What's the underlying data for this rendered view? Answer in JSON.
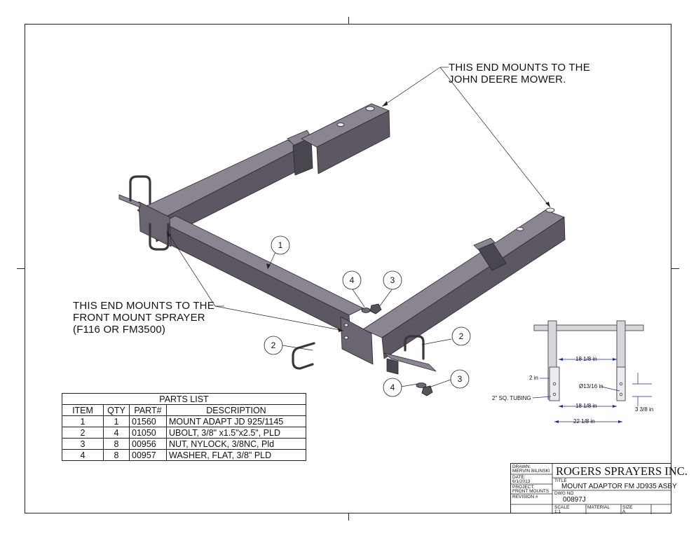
{
  "callouts": {
    "mower_end": "THIS END MOUNTS TO THE\nJOHN DEERE MOWER.",
    "sprayer_end": "THIS END MOUNTS TO THE\nFRONT MOUNT SPRAYER\n(F116 OR FM3500)"
  },
  "balloons": [
    "1",
    "2",
    "2",
    "3",
    "3",
    "4",
    "4"
  ],
  "parts_list": {
    "title": "PARTS LIST",
    "headers": [
      "ITEM",
      "QTY",
      "PART#",
      "DESCRIPTION"
    ],
    "rows": [
      [
        "1",
        "1",
        "01560",
        "MOUNT ADAPT JD 925/1145"
      ],
      [
        "2",
        "4",
        "01050",
        "UBOLT, 3/8\" x1.5\"x2.5\", PLD"
      ],
      [
        "3",
        "8",
        "00956",
        "NUT, NYLOCK, 3/8NC, Pld"
      ],
      [
        "4",
        "8",
        "00957",
        "WASHER, FLAT, 3/8\" PLD"
      ]
    ]
  },
  "detail_view": {
    "dim_top": "18 1/8 in",
    "dim_mid": "18 1/8 in",
    "dim_bottom": "22 1/8 in",
    "dim_height": "2 in",
    "dim_hole": "Ø13/16 in",
    "dim_offset": "3 3/8 in",
    "tubing_label": "2\" SQ. TUBING"
  },
  "title_block": {
    "drawn_label": "DRAWN:",
    "drawn_by": "MERVIN BILINSKI",
    "date_label": "DATE:",
    "date": "6/1/2013",
    "project_label": "PROJECT:",
    "project": "FRONT MOUNTS",
    "revision_label": "REVISION #",
    "company": "ROGERS SPRAYERS INC.",
    "title_label": "TITLE",
    "title": "MOUNT ADAPTOR FM JD935 ASBY",
    "dwg_label": "DWG NO",
    "dwg_no": "00897J",
    "scale_label": "SCALE",
    "scale": "1:1",
    "material_label": "MATERIAL",
    "size_label": "SIZE",
    "size": "A"
  },
  "colors": {
    "steel_top": "#7d7883",
    "steel_side": "#55505a",
    "steel_dark": "#38343d",
    "line": "#222222",
    "dim_line": "#1a2a8a"
  }
}
